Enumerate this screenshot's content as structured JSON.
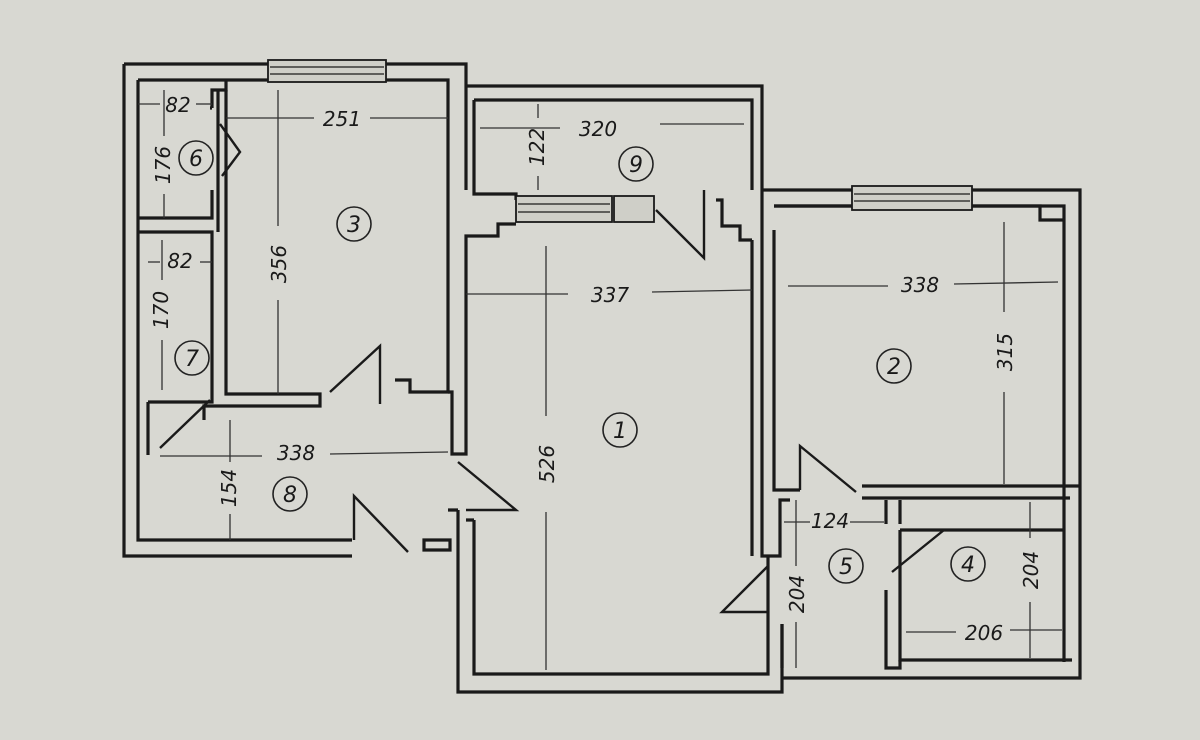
{
  "rooms": [
    {
      "number": "1"
    },
    {
      "number": "2"
    },
    {
      "number": "3"
    },
    {
      "number": "4"
    },
    {
      "number": "5"
    },
    {
      "number": "6"
    },
    {
      "number": "7"
    },
    {
      "number": "8"
    },
    {
      "number": "9"
    }
  ],
  "dimensions": [
    "251",
    "82",
    "176",
    "356",
    "82",
    "170",
    "338",
    "154",
    "320",
    "122",
    "337",
    "526",
    "338",
    "315",
    "124",
    "204",
    "204",
    "206"
  ]
}
